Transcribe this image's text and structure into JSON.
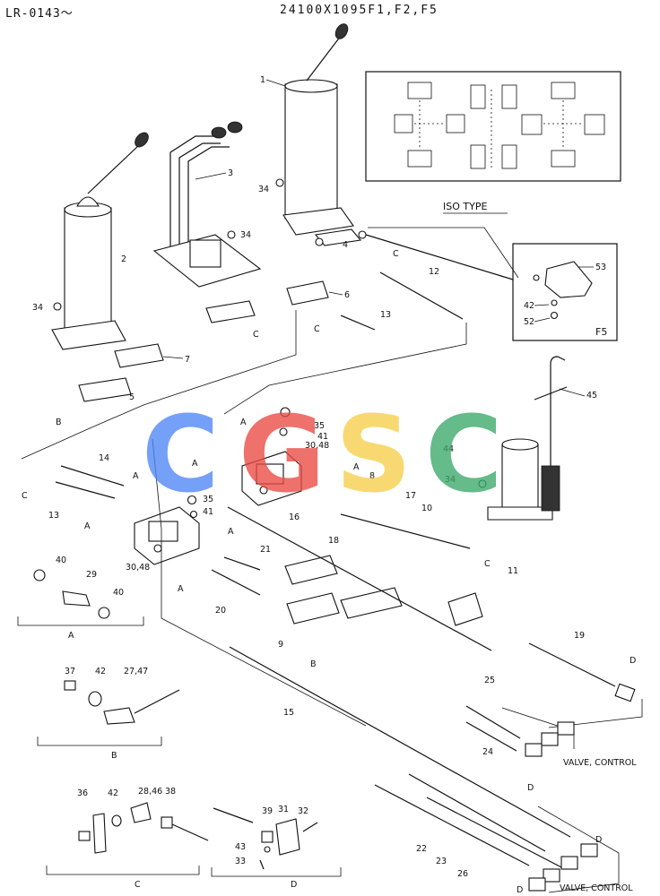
{
  "header": {
    "model_range": "LR-0143～",
    "part_number": "24100X1095F1,F2,F5"
  },
  "inset_iso": {
    "title": "ISO TYPE"
  },
  "inset_f5": {
    "title": "F5",
    "parts": [
      "53",
      "42",
      "52"
    ]
  },
  "watermark": {
    "letters": [
      "C",
      "G",
      "S",
      "C"
    ],
    "colors": [
      "#4f86f7",
      "#ea4a43",
      "#f7cf4a",
      "#3aa869"
    ]
  },
  "labels": {
    "p1": "1",
    "p2": "2",
    "p3": "3",
    "p4": "4",
    "p5": "5",
    "p6": "6",
    "p7": "7",
    "p8": "8",
    "p9": "9",
    "p10": "10",
    "p11": "11",
    "p12": "12",
    "p13a": "13",
    "p13b": "13",
    "p14": "14",
    "p15": "15",
    "p16": "16",
    "p17": "17",
    "p18": "18",
    "p19": "19",
    "p20": "20",
    "p21": "21",
    "p22": "22",
    "p23": "23",
    "p24": "24",
    "p25": "25",
    "p26": "26",
    "p29": "29",
    "p3048a": "30,48",
    "p3048b": "30,48",
    "p34a": "34",
    "p34b": "34",
    "p34c": "34",
    "p34d": "34",
    "p35a": "35",
    "p35b": "35",
    "p40a": "40",
    "p40b": "40",
    "p41a": "41",
    "p41b": "41",
    "p44": "44",
    "p45": "45",
    "cA1": "A",
    "cA2": "A",
    "cA3": "A",
    "cA4": "A",
    "cA5": "A",
    "cA6": "A",
    "cA7": "A",
    "cB1": "B",
    "cB2": "B",
    "cC1": "C",
    "cC2": "C",
    "cC3": "C",
    "cC4": "C",
    "cC5": "C",
    "cD1": "D",
    "cD2": "D",
    "cD3": "D",
    "cD4": "D"
  },
  "valve_control_1": "VALVE, CONTROL",
  "valve_control_2": "VALVE, CONTROL",
  "detail_a": {
    "title": "A",
    "parts": [
      "40",
      "29",
      "40"
    ]
  },
  "detail_b": {
    "title": "B",
    "parts": [
      "37",
      "42",
      "27,47"
    ]
  },
  "detail_c": {
    "title": "C",
    "parts": [
      "36",
      "42",
      "28,46",
      "38"
    ]
  },
  "detail_d": {
    "title": "D",
    "parts": [
      "39",
      "31",
      "32",
      "43",
      "33"
    ]
  }
}
